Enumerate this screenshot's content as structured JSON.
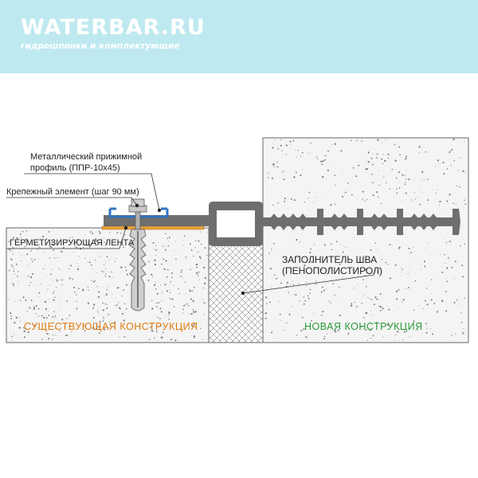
{
  "header": {
    "brand": "WATERBAR.RU",
    "tagline": "гидрошпонки и комплектующие",
    "background_color": "#bfe9f0"
  },
  "labels": {
    "profile_line1": "Металлический прижимной",
    "profile_line2": "профиль  (ППР-10х45)",
    "fastener": "Крепежный элемент (шаг 90 мм)",
    "sealing_tape": "ГЕРМЕТИЗИРУЮЩАЯ ЛЕНТА",
    "filler_line1": "ЗАПОЛНИТЕЛЬ ШВА",
    "filler_line2": "(ПЕНОПОЛИСТИРОЛ)",
    "existing_structure": "СУЩЕСТВУЮЩАЯ  КОНСТРУКЦИЯ",
    "new_structure": "НОВАЯ  КОНСТРУКЦИЯ"
  },
  "colors": {
    "existing_structure_text": "#e07a10",
    "new_structure_text": "#2a9a3a",
    "sealing_tape": "#e8a23c",
    "waterstop": "#6e6e6e",
    "concrete": "#f4f4f4"
  }
}
